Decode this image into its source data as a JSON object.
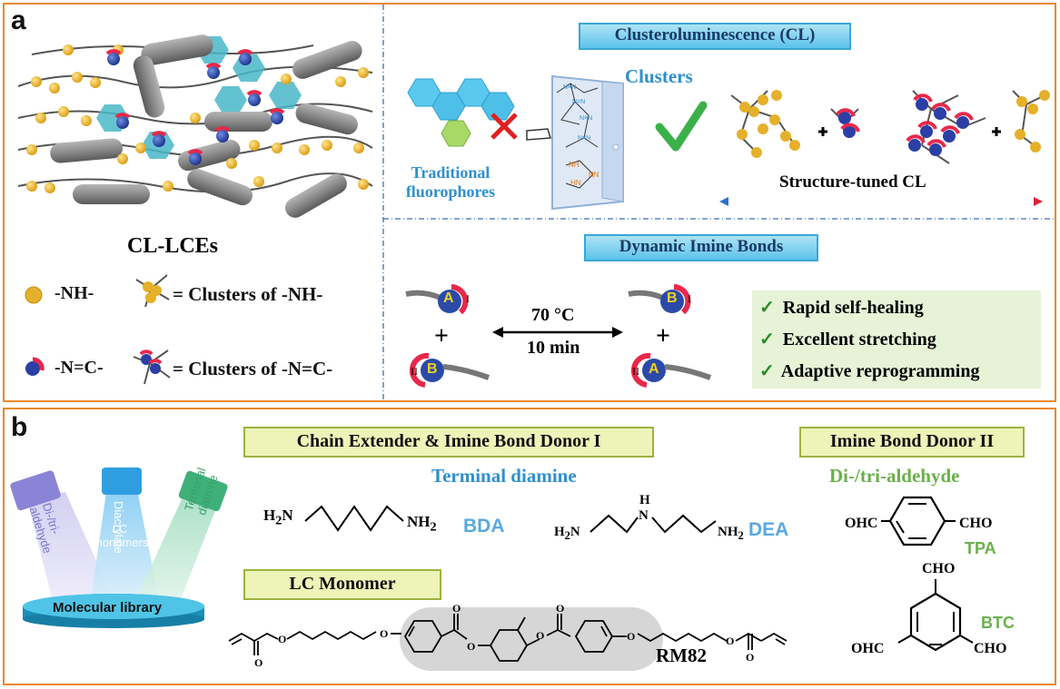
{
  "panel_a": {
    "label": "a",
    "cl_lces": "CL-LCEs",
    "legend": {
      "nh": "-NH-",
      "nh_eq": "= Clusters of -NH-",
      "nc": "-N=C-",
      "nc_eq": "= Clusters of -N=C-"
    },
    "cl_header": "Clusteroluminescence (CL)",
    "traditional_line1": "Traditional",
    "traditional_line2": "fluorophores",
    "clusters": "Clusters",
    "structure_tuned": "Structure-tuned CL",
    "dynamic_header": "Dynamic  Imine Bonds",
    "temp": "70 °C",
    "time": "10 min",
    "letter_a": "A",
    "letter_b": "B",
    "roman_1": "I",
    "roman_2": "II",
    "plus": "+",
    "properties": [
      "Rapid self-healing",
      "Excellent stretching",
      "Adaptive reprogramming"
    ],
    "check": "✓"
  },
  "panel_b": {
    "label": "b",
    "lamp_left": [
      "Di-/tri-",
      "aldehyde"
    ],
    "lamp_mid_a": [
      "LC",
      "monomers"
    ],
    "lamp_mid_b": [
      "Diacrylate"
    ],
    "lamp_right": [
      "Terminal",
      "diamine"
    ],
    "molecular_library": "Molecular library",
    "chain_extender": "Chain Extender & Imine Bond Donor I",
    "terminal_diamine": "Terminal diamine",
    "h2n": "H",
    "sub2": "2",
    "n": "N",
    "nh": "NH",
    "h": "H",
    "bda": "BDA",
    "dea": "DEA",
    "imine_donor2": "Imine Bond Donor II",
    "di_tri_aldehyde": "Di-/tri-aldehyde",
    "ohc": "OHC",
    "cho": "CHO",
    "tpa": "TPA",
    "btc": "BTC",
    "lc_monomer": "LC Monomer",
    "rm82": "RM82",
    "o": "O"
  },
  "colors": {
    "border": "#e8892a",
    "blue_text": "#2e8fd0",
    "green_text": "#5aa83a",
    "header_blue": "#5cc3ea",
    "yellow_box": "#eef3b8"
  }
}
